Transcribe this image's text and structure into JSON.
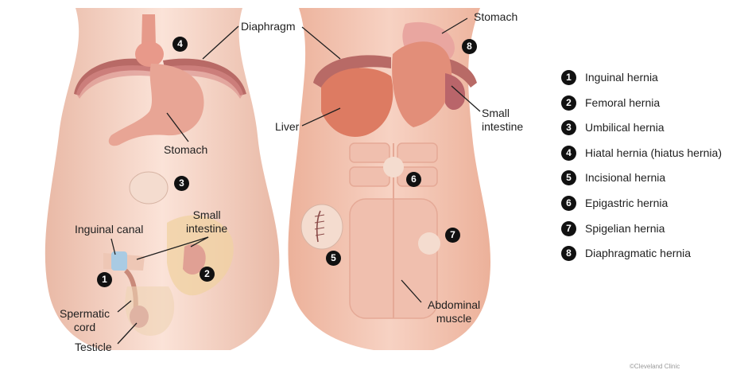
{
  "labels": {
    "diaphragm": "Diaphragm",
    "stomach_left": "Stomach",
    "stomach_right": "Stomach",
    "inguinal_canal": "Inguinal canal",
    "small_intestine_left": "Small\nintestine",
    "spermatic_cord": "Spermatic\ncord",
    "testicle": "Testicle",
    "liver": "Liver",
    "small_intestine_right": "Small\nintestine",
    "abdominal_muscle": "Abdominal\nmuscle"
  },
  "markers": {
    "m1": "1",
    "m2": "2",
    "m3": "3",
    "m4": "4",
    "m5": "5",
    "m6": "6",
    "m7": "7",
    "m8": "8"
  },
  "legend": [
    {
      "num": "1",
      "text": "Inguinal hernia"
    },
    {
      "num": "2",
      "text": "Femoral hernia"
    },
    {
      "num": "3",
      "text": "Umbilical hernia"
    },
    {
      "num": "4",
      "text": "Hiatal hernia (hiatus hernia)"
    },
    {
      "num": "5",
      "text": "Incisional hernia"
    },
    {
      "num": "6",
      "text": "Epigastric hernia"
    },
    {
      "num": "7",
      "text": "Spigelian hernia"
    },
    {
      "num": "8",
      "text": "Diaphragmatic hernia"
    }
  ],
  "credit": "©Cleveland Clinic"
}
